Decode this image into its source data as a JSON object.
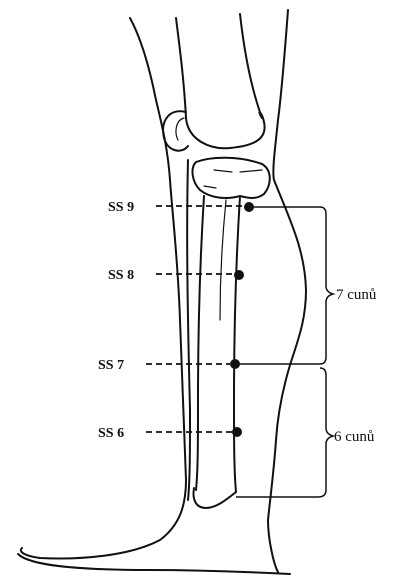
{
  "points": [
    {
      "id": "ss9",
      "label": "SS 9"
    },
    {
      "id": "ss8",
      "label": "SS 8"
    },
    {
      "id": "ss7",
      "label": "SS 7"
    },
    {
      "id": "ss6",
      "label": "SS 6"
    }
  ],
  "measurements": {
    "upper": "7 cunů",
    "lower": "6 cunů"
  }
}
